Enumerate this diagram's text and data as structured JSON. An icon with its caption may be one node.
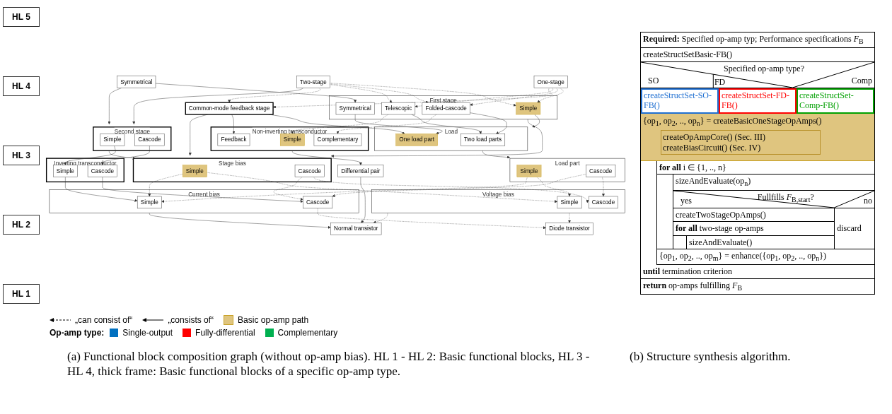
{
  "diagram": {
    "caption": "(a) Functional block composition graph (without op-amp bias). HL 1 - HL 2: Basic functional blocks, HL 3 - HL 4, thick frame: Basic functional blocks of a specific op-amp type.",
    "nodes": [
      {
        "text": [
          "HL 5"
        ]
      },
      {
        "text": [
          "One-stage"
        ]
      },
      {
        "text": [
          "Two-stage"
        ]
      },
      {
        "text": [
          "Symmetrical"
        ]
      },
      {
        "text": [
          "HL 4"
        ]
      },
      {
        "text": [
          "First stage"
        ]
      },
      {
        "text": [
          "Simple"
        ],
        "in": 5
      },
      {
        "text": [
          "Folded-cascode"
        ],
        "in": 5
      },
      {
        "text": [
          "Telescopic"
        ],
        "in": 5
      },
      {
        "text": [
          "Symmetrical"
        ],
        "in": 5
      },
      {
        "text": [
          "Common-mode feedback stage"
        ]
      },
      {
        "text": [
          "Second stage"
        ]
      },
      {
        "text": [
          "Simple"
        ],
        "in": 11
      },
      {
        "text": [
          "Cascode"
        ],
        "in": 11
      },
      {
        "text": [
          "HL 3"
        ]
      },
      {
        "text": [
          "Load"
        ]
      },
      {
        "text": [
          "Two load parts"
        ],
        "in": 15
      },
      {
        "text": [
          "One load part"
        ],
        "in": 15
      },
      {
        "text": [
          "Non-inverting transconductor"
        ]
      },
      {
        "text": [
          "Simple"
        ],
        "in": 18
      },
      {
        "text": [
          "Complementary"
        ],
        "in": 18
      },
      {
        "text": [
          "Feedback"
        ],
        "in": 18
      },
      {
        "text": [
          "Stage bias"
        ]
      },
      {
        "text": [
          "Simple"
        ],
        "in": 22
      },
      {
        "text": [
          "Cascode"
        ],
        "in": 22
      },
      {
        "text": [
          "Inverting transconductor"
        ]
      },
      {
        "text": [
          "Simple"
        ],
        "in": 25
      },
      {
        "text": [
          "Cascode"
        ],
        "in": 25
      },
      {
        "text": [
          "Load part"
        ]
      },
      {
        "text": [
          "Simple"
        ],
        "in": 28
      },
      {
        "text": [
          "Cascode"
        ],
        "in": 28
      },
      {
        "text": [
          "HL 2"
        ]
      },
      {
        "text": [
          "Voltage bias"
        ]
      },
      {
        "text": [
          "Simple"
        ],
        "in": 32
      },
      {
        "text": [
          "Cascode"
        ],
        "in": 32
      },
      {
        "text": [
          "Current bias"
        ]
      },
      {
        "text": [
          "Simple"
        ],
        "in": 35
      },
      {
        "text": [
          "Cascode"
        ],
        "in": 35
      },
      {
        "text": [
          "Differential pair"
        ]
      },
      {
        "text": [
          "HL 1"
        ]
      },
      {
        "text": [
          "Diode transistor"
        ]
      },
      {
        "text": [
          "Normal transistor"
        ]
      }
    ],
    "edges": [
      {
        "from": 1,
        "to": 6,
        "arrow": "to",
        "style": "dashed"
      },
      {
        "from": 1,
        "to": 7,
        "arrow": "to",
        "style": "dashed"
      },
      {
        "from": 1,
        "to": 8,
        "arrow": "to",
        "style": "dashed"
      },
      {
        "from": 1,
        "to": 10,
        "arrow": "to",
        "style": "dashed"
      },
      {
        "from": 2,
        "to": 6,
        "arrow": "to",
        "style": "dashed"
      },
      {
        "from": 2,
        "to": 7,
        "arrow": "to",
        "style": "dashed"
      },
      {
        "from": 2,
        "to": 8,
        "arrow": "to",
        "style": "dashed"
      },
      {
        "from": 2,
        "to": 10,
        "arrow": "to",
        "style": "dashed"
      },
      {
        "from": 2,
        "to": 11,
        "arrow": "to"
      },
      {
        "from": 3,
        "to": 9,
        "arrow": "to"
      },
      {
        "from": 3,
        "to": 11,
        "arrow": "to"
      },
      {
        "from": 6,
        "to": 15,
        "arrow": "to"
      },
      {
        "from": 7,
        "to": 16,
        "arrow": "to"
      },
      {
        "from": 8,
        "to": 16,
        "arrow": "to"
      },
      {
        "from": 9,
        "to": 17,
        "arrow": "to"
      },
      {
        "from": 10,
        "to": 17,
        "arrow": "to"
      },
      {
        "from": 7,
        "to": 20,
        "arrow": "to",
        "style": "dashed"
      },
      {
        "from": 8,
        "to": 19,
        "arrow": "to",
        "style": "dashed"
      },
      {
        "from": 5,
        "to": 22,
        "arrow": "to"
      },
      {
        "from": 10,
        "to": 21,
        "arrow": "to"
      },
      {
        "from": 10,
        "to": 22,
        "arrow": "to"
      },
      {
        "from": 11,
        "to": 22,
        "arrow": "to"
      },
      {
        "from": 12,
        "to": 26,
        "arrow": "to"
      },
      {
        "from": 13,
        "to": 27,
        "arrow": "to"
      },
      {
        "from": 15,
        "to": 28,
        "arrow": "to"
      },
      {
        "from": 29,
        "to": 33,
        "arrow": "to",
        "style": "dashed"
      },
      {
        "from": 29,
        "to": 36,
        "arrow": "to",
        "style": "dashed"
      },
      {
        "from": 30,
        "to": 34,
        "arrow": "to",
        "style": "dashed"
      },
      {
        "from": 30,
        "to": 37,
        "arrow": "to",
        "style": "dashed"
      },
      {
        "from": 23,
        "to": 33,
        "arrow": "to",
        "style": "dashed"
      },
      {
        "from": 23,
        "to": 36,
        "arrow": "to",
        "style": "dashed"
      },
      {
        "from": 24,
        "to": 34,
        "arrow": "to",
        "style": "dashed"
      },
      {
        "from": 24,
        "to": 37,
        "arrow": "to",
        "style": "dashed"
      },
      {
        "from": 26,
        "to": 36,
        "arrow": "to"
      },
      {
        "from": 27,
        "to": 37,
        "arrow": "to"
      },
      {
        "from": 18,
        "to": 38,
        "arrow": "to"
      },
      {
        "from": 32,
        "to": 40,
        "arrow": "to",
        "style": "dashed"
      },
      {
        "from": 32,
        "to": 41,
        "arrow": "to",
        "style": "dashed"
      },
      {
        "from": 37,
        "to": 40,
        "arrow": "to",
        "style": "dashed"
      },
      {
        "from": 35,
        "to": 41,
        "arrow": "to"
      },
      {
        "from": 38,
        "to": 41,
        "arrow": "to"
      }
    ],
    "labels": [
      "**Required:** Specified op-amp typ; Performance specifications *F*$_{B}$",
      "createStructSetBasic-FB()",
      "Specified op-amp type?",
      "SO",
      "FD",
      "Comp",
      "createStructSet-SO-FB()",
      "createStructSet-FD-FB()",
      "createStructSet-Comp-FB()",
      "{op$_{1}$, op$_{2}$, .., op$_{n}$} = createBasicOneStageOpAmps()",
      "createOpAmpCore() (Sec. III)",
      "createBiasCircuit() (Sec. IV)",
      "**for all** i ∈ {1, .., n}",
      "sizeAndEvaluate(op$_{n}$)",
      "Fullfills *F*$_{B,start}$?",
      "yes",
      "no",
      "createTwoStageOpAmps()",
      "discard",
      "**for all** two-stage op-amps",
      "sizeAndEvaluate()",
      "{op$_{1}$, op$_{2}$, .., op$_{m}$} = enhance({op$_{1}$, op$_{2}$, .., op$_{n}$})",
      "**until** termination criterion",
      "**return** op-amps fulfilling *F*$_{B}$",
      "Op-amp type:",
      "(b) Structure synthesis algorithm."
    ],
    "legend": [
      {
        "text": "„can consist of“"
      },
      {
        "text": "„consists of“"
      },
      {
        "text": "Basic op-amp path",
        "color": "#dfc57f"
      },
      {
        "text": "Single-output",
        "color": "#0070c0"
      },
      {
        "text": "Fully-differential",
        "color": "#ff0000"
      },
      {
        "text": "Complementary",
        "color": "#00b050"
      }
    ]
  }
}
